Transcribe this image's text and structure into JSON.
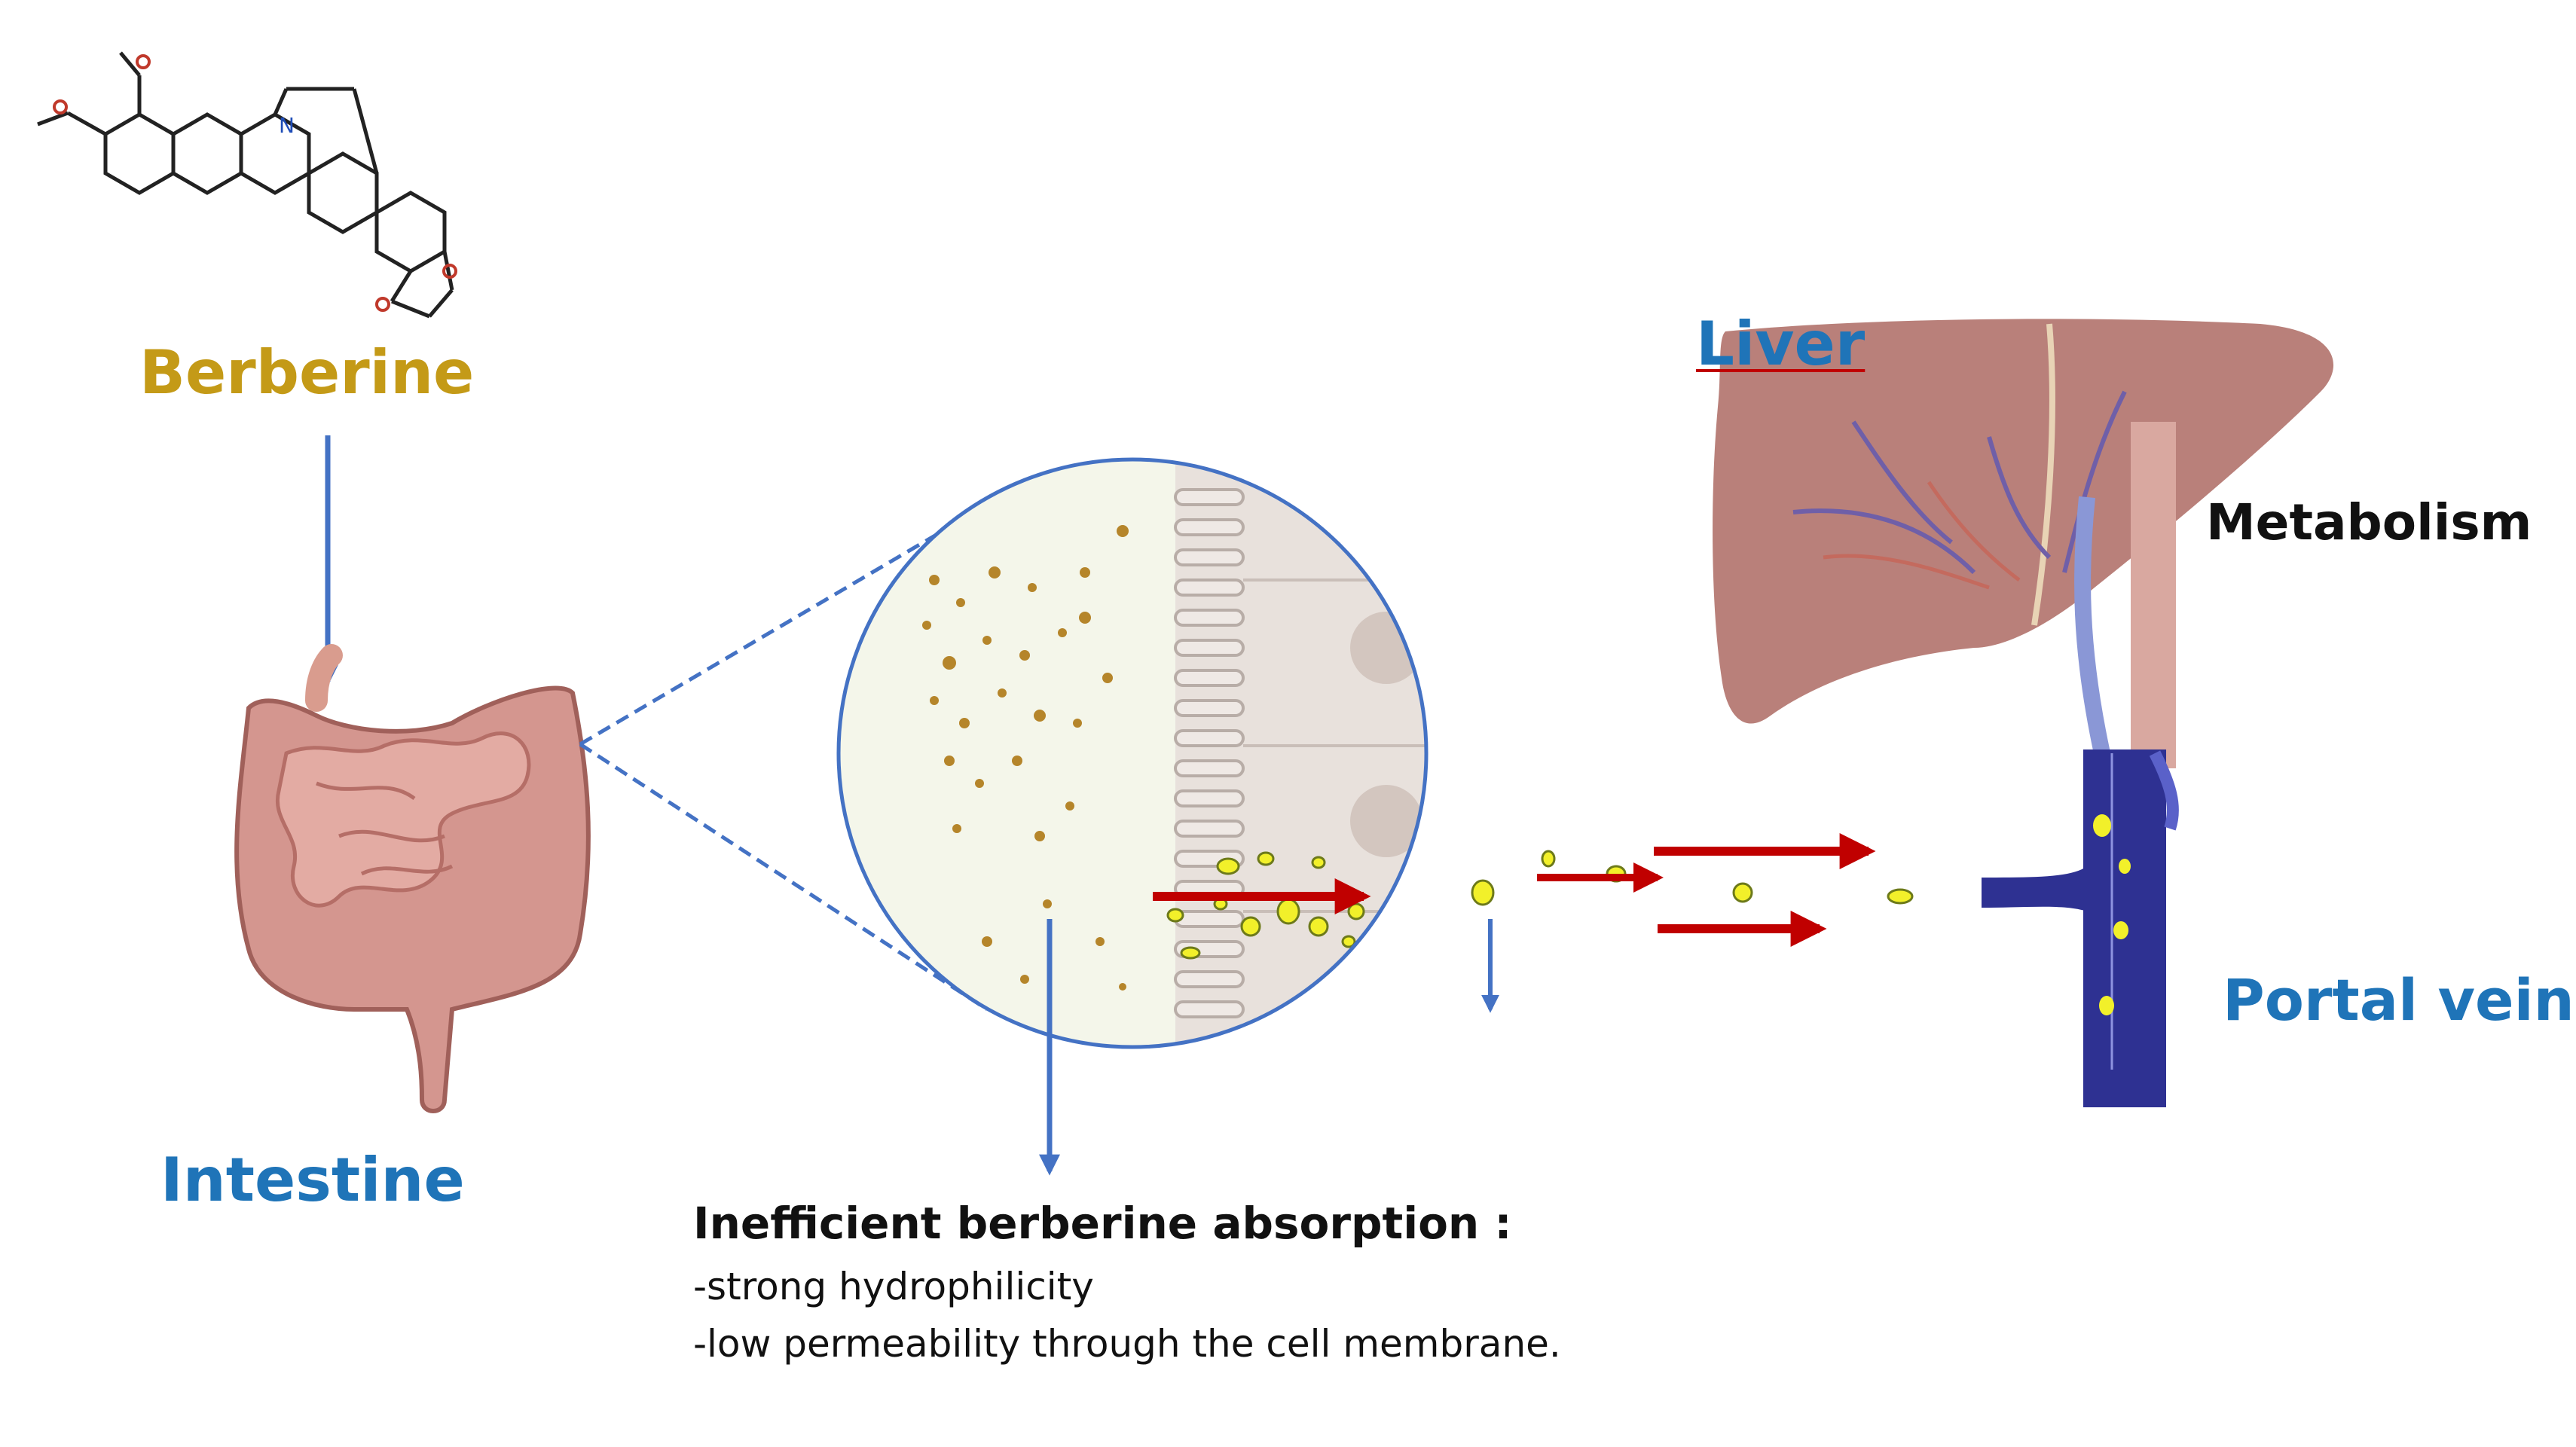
{
  "colors": {
    "berberine": "#C49A17",
    "blue_label": "#1F74B8",
    "arrow_blue": "#4472C4",
    "arrow_red": "#C00000",
    "intestine": "#D4968F",
    "liver": "#B9807A",
    "portal_vein": "#2E3192",
    "particle_yellow": "#F2F02A",
    "particle_brown": "#B5852A"
  },
  "labels": {
    "berberine": "Berberine",
    "intestine": "Intestine",
    "liver": "Liver",
    "metabolism": "Metabolism",
    "portal_vein": "Portal vein"
  },
  "note": {
    "title": "Inefficient berberine absorption :",
    "lines": [
      "-strong hydrophilicity",
      "-low permeability through the cell membrane."
    ]
  },
  "icons": [
    "berberine-structure-icon",
    "intestine-icon",
    "liver-icon",
    "portal-vein-icon",
    "magnified-intestinal-wall-icon"
  ]
}
